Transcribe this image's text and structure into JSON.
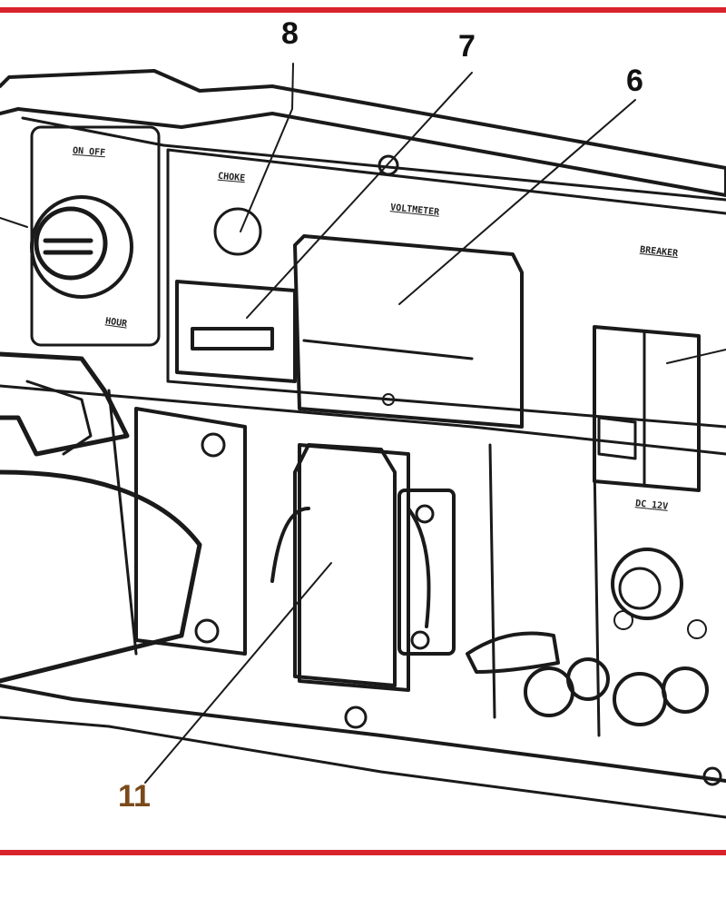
{
  "callouts": {
    "c8": "8",
    "c7": "7",
    "c6": "6",
    "c11": "11"
  },
  "panel_labels": {
    "key_switch": "ON  OFF",
    "choke": "CHOKE",
    "voltmeter": "VOLTMETER",
    "breaker": "BREAKER",
    "dc": "DC 12V",
    "hour": "HOUR"
  },
  "colors": {
    "border": "#d8232c",
    "callout_text": "#111111",
    "callout_11": "#7a4a1a",
    "line": "#1a1a1a"
  }
}
